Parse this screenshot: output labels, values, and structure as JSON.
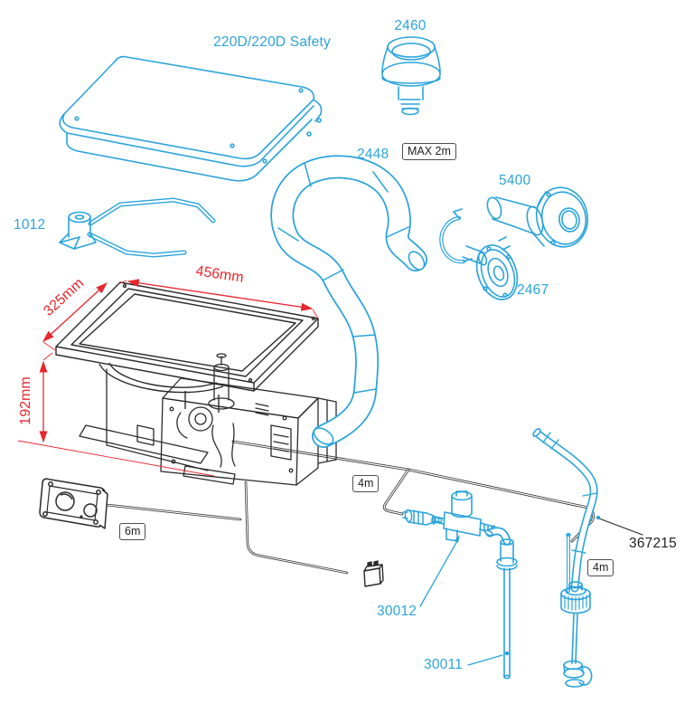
{
  "model_label": "220D/220D Safety",
  "part_numbers": {
    "burner_cap": "2460",
    "exhaust_hose": "2448",
    "through_hull_fitting": "5400",
    "exhaust_flange": "2467",
    "pan_support": "1012",
    "fuel_hose_assembly": "367215",
    "solenoid_valve": "30012",
    "fuel_pickup_tube": "30011"
  },
  "dimensions": {
    "width": "456mm",
    "depth": "325mm",
    "height": "192mm"
  },
  "length_notes": {
    "exhaust_max": "MAX 2m",
    "fuel_line": "4m",
    "control_cable": "6m",
    "tank_hose": "4m"
  },
  "colors": {
    "part_line_blue": "#2AA4DC",
    "dimension_red": "#E8262D",
    "drawing_black": "#2B2B2B",
    "label_box_border": "#4E4E4E"
  }
}
